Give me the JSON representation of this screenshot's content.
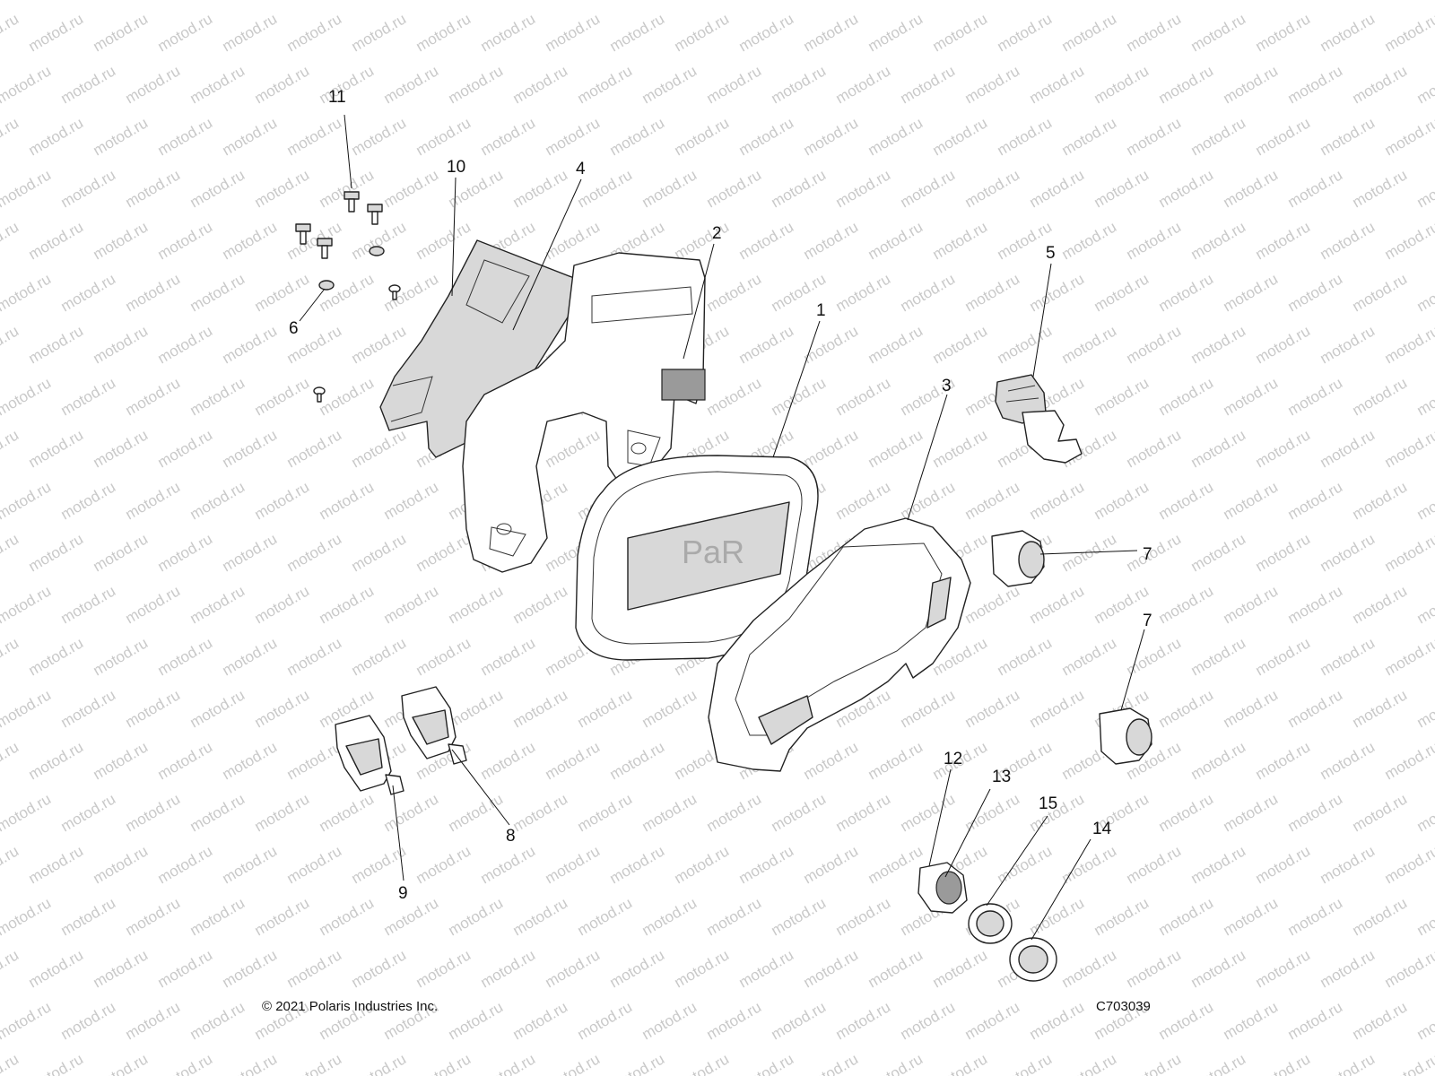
{
  "watermark": "motod.ru",
  "footer": {
    "copyright": "© 2021 Polaris Industries Inc.",
    "drawing_number": "C703039"
  },
  "callouts": [
    "1",
    "2",
    "3",
    "4",
    "5",
    "6",
    "7",
    "7",
    "8",
    "9",
    "10",
    "11",
    "12",
    "13",
    "14",
    "15"
  ]
}
